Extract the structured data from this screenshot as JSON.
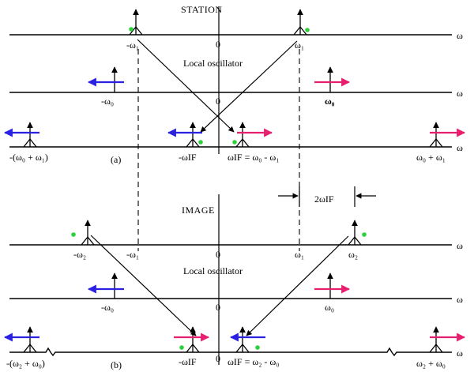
{
  "colors": {
    "line": "#000000",
    "arrow_left": "#2a22e0",
    "arrow_right": "#e6206e",
    "dot": "#2fd13a",
    "background": "#ffffff"
  },
  "axis_symbol": "ω",
  "panel_a": {
    "title": "STATION",
    "lo_label": "Local oscillator",
    "tag": "(a)",
    "zero1": "0",
    "zero2": "0",
    "station_neg": "-ω₁",
    "station_pos": "ω₁",
    "lo_neg": "-ω₀",
    "lo_pos": "ω₀",
    "out_far_neg": "-(ω₀ + ω₁)",
    "out_if_neg": "-ωIF",
    "out_if_pos": "ωIF = ω₀ - ω₁",
    "out_far_pos": "ω₀ + ω₁"
  },
  "panel_b": {
    "title": "IMAGE",
    "lo_label": "Local oscillator",
    "tag": "(b)",
    "zero1": "0",
    "zero2": "0",
    "zero3": "0",
    "image_neg": "-ω₂",
    "station_neg": "-ω₁",
    "station_pos": "ω₁",
    "image_pos": "ω₂",
    "spacing_label": "2ωIF",
    "lo_neg": "-ω₀",
    "lo_pos": "ω₀",
    "out_far_neg": "-(ω₂ + ω₀)",
    "out_if_neg": "-ωIF",
    "out_if_pos": "ωIF = ω₂ - ω₀",
    "out_far_pos": "ω₂ + ω₀"
  }
}
